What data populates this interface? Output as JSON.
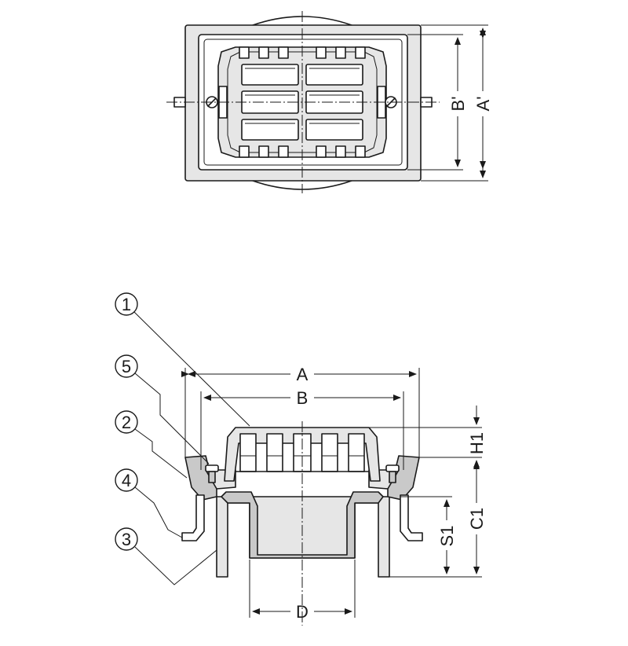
{
  "top_view": {
    "dim_a_prime": "A'",
    "dim_b_prime": "B'"
  },
  "section_view": {
    "dim_a": "A",
    "dim_b": "B",
    "dim_d": "D",
    "dim_h1": "H1",
    "dim_c1": "C1",
    "dim_s1": "S1"
  },
  "callouts": [
    {
      "number": "1"
    },
    {
      "number": "5"
    },
    {
      "number": "2"
    },
    {
      "number": "4"
    },
    {
      "number": "3"
    }
  ]
}
